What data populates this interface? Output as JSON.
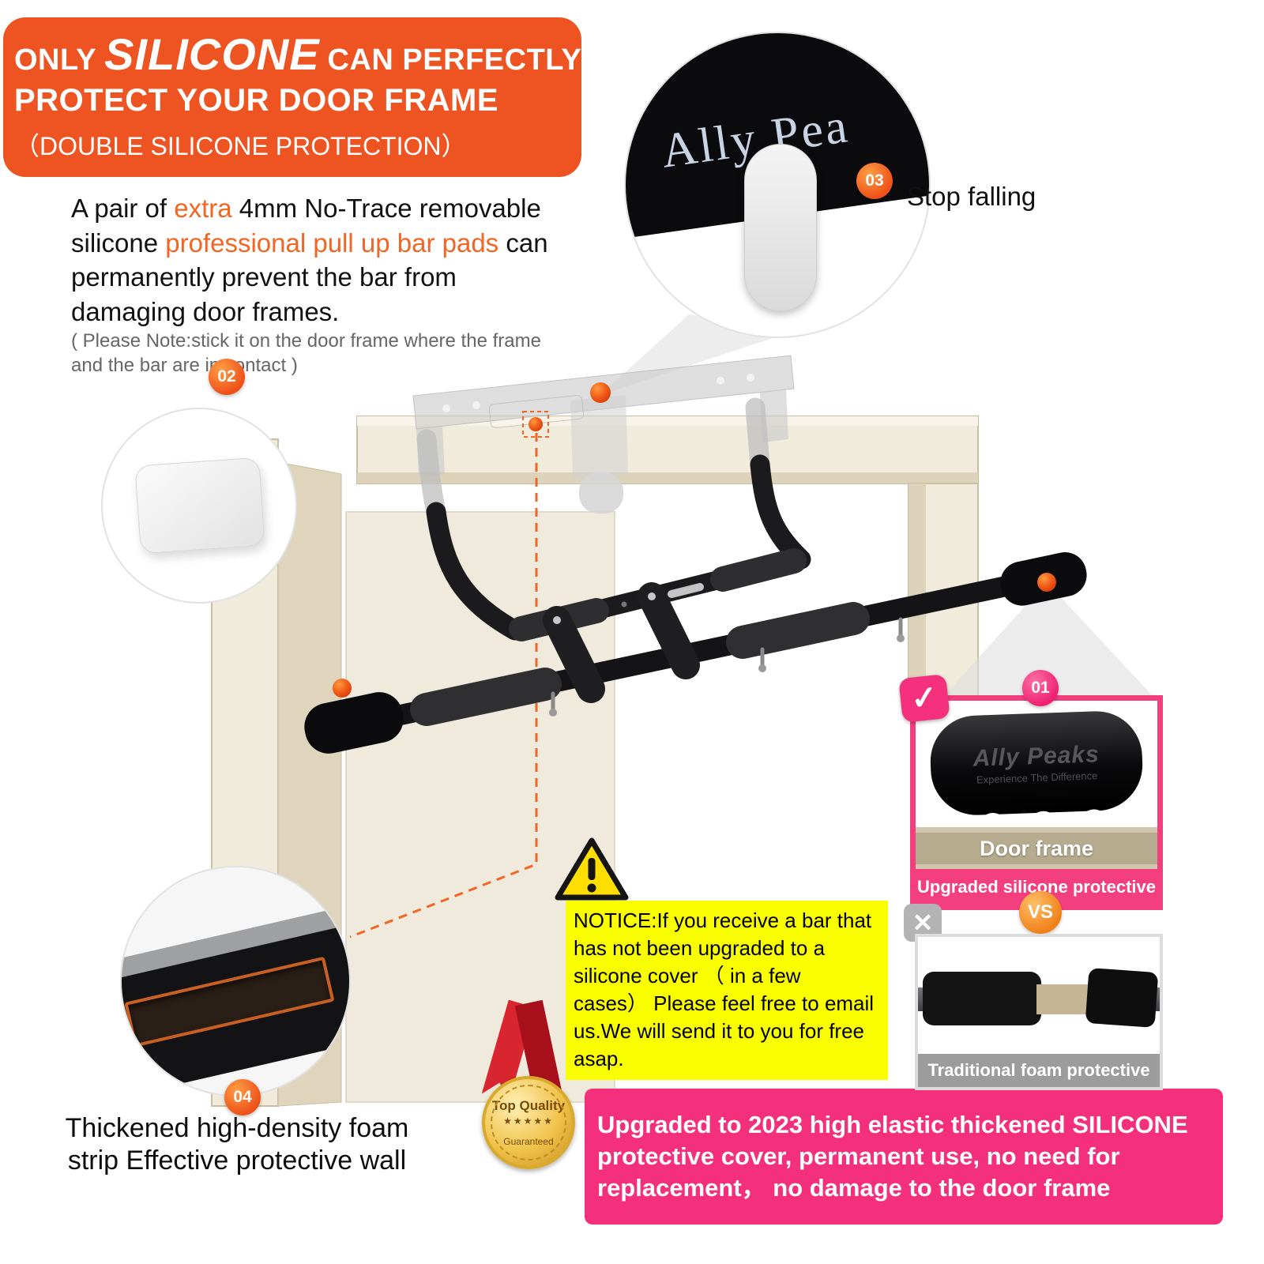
{
  "colors": {
    "orange": "#EE5322",
    "pink": "#F43F7F",
    "yellow": "#FAFF00"
  },
  "header": {
    "line1_pre": "ONLY",
    "line1_em": "SILICONE",
    "line1_post": "CAN PERFECTLY",
    "line2": "PROTECT YOUR DOOR FRAME",
    "line3": "（DOUBLE SILICONE PROTECTION）"
  },
  "intro": {
    "seg1": "A pair of ",
    "seg2": "extra",
    "seg3": " 4mm No-Trace removable silicone ",
    "seg4": "professional pull up bar pads",
    "seg5": " can permanently prevent the bar from damaging door frames.",
    "note": "( Please Note:stick it on the door frame where the frame and the bar are in contact )"
  },
  "callout03": {
    "badge": "03",
    "label": "Stop falling",
    "brand_text": "Ally Pea"
  },
  "callout02": {
    "badge": "02"
  },
  "callout04": {
    "badge": "04",
    "caption_line1": "Thickened high-density foam",
    "caption_line2": "strip Effective protective wall"
  },
  "callout01": {
    "badge": "01",
    "check": "✓",
    "grip_brand": "Ally Peaks",
    "grip_tagline": "Experience The Difference",
    "door_frame_label": "Door frame",
    "caption": "Upgraded silicone protective"
  },
  "comparison": {
    "vs": "VS",
    "x": "✕",
    "caption": "Traditional foam protective"
  },
  "notice": {
    "text": "NOTICE:If you receive a bar that has not been upgraded to a silicone cover （ in a few cases） Please feel free to email us.We will send it to you for free asap."
  },
  "medal": {
    "line1": "Top Quality",
    "stars": "★★★★★",
    "line2": "Guaranteed"
  },
  "banner": {
    "text": "Upgraded to 2023 high elastic thickened SILICONE protective cover, permanent use, no need for replacement，  no damage to the door frame"
  }
}
